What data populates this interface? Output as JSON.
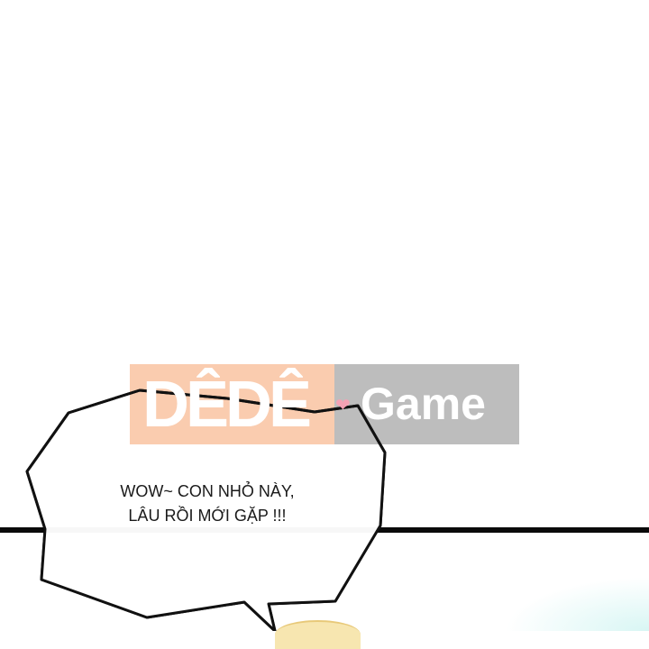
{
  "watermark": {
    "brand_left": "DÊDÊ",
    "brand_right": "Game",
    "orange": "#f9c7a6",
    "gray": "#bdbdbd",
    "heart_icon": "heart"
  },
  "speech_bubble": {
    "line1": "WOW~ CON NHỎ NÀY,",
    "line2": "LÂU RỒI MỚI GẶP !!!"
  }
}
